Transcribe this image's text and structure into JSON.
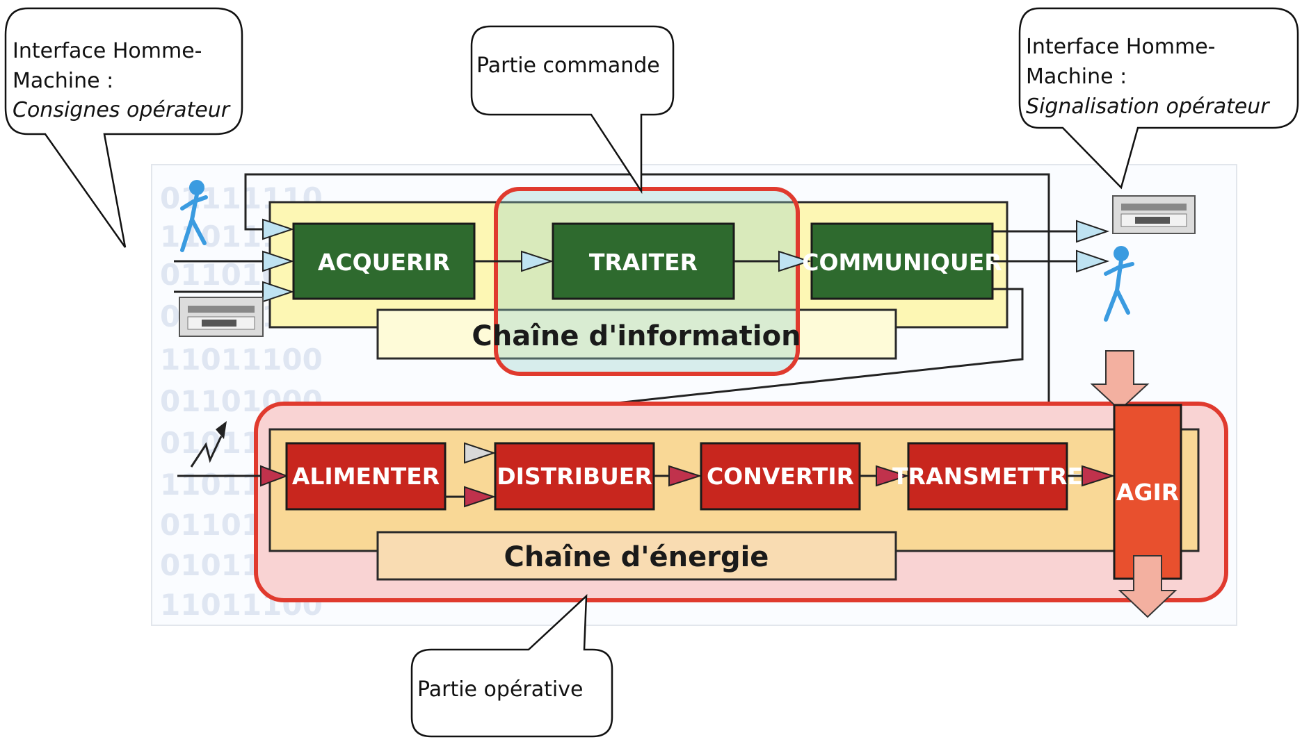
{
  "callouts": {
    "ihm_left": {
      "line1": "Interface Homme-",
      "line2": "Machine :",
      "line3": "Consignes opérateur"
    },
    "commande": {
      "text": "Partie commande"
    },
    "ihm_right": {
      "line1": "Interface Homme-",
      "line2": "Machine :",
      "line3": "Signalisation opérateur"
    },
    "operative": {
      "text": "Partie opérative"
    }
  },
  "blocks": {
    "acquerir": "ACQUERIR",
    "traiter": "TRAITER",
    "communiquer": "COMMUNIQUER",
    "alimenter": "ALIMENTER",
    "distribuer": "DISTRIBUER",
    "convertir": "CONVERTIR",
    "transmettre": "TRANSMETTRE",
    "agir": "AGIR"
  },
  "chains": {
    "information": "Chaîne d'information",
    "energie": "Chaîne d'énergie"
  },
  "background_binary": [
    "01111110",
    "11011100",
    "01101000",
    "01011110",
    "11011100",
    "01101000",
    "01011110",
    "11011100",
    "01101000",
    "01011110",
    "11011100"
  ],
  "colors": {
    "info_block": "#2e6a2e",
    "energy_block": "#c8261e",
    "agir_block": "#e8502e",
    "info_zone": "#fdf7b4",
    "energy_zone": "#f9d896",
    "highlight": "#e03a2e",
    "arrow_info": "#bfe3f2",
    "arrow_energy": "#c0324c",
    "person": "#3a9be0"
  }
}
